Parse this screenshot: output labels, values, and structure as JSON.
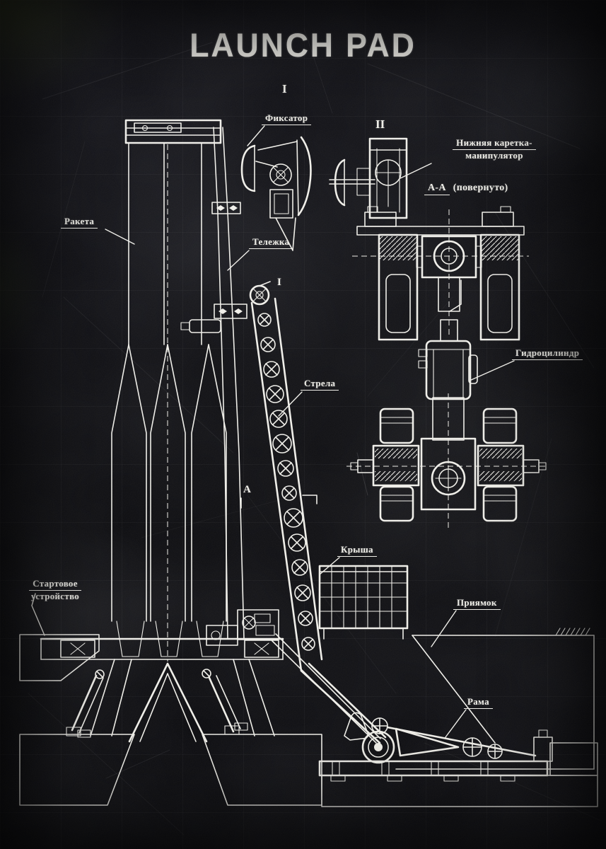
{
  "poster": {
    "title": "LAUNCH PAD",
    "colors": {
      "background": "#0b0b0e",
      "ink": "#efeee8",
      "moss_corner": "#647634"
    }
  },
  "markers": {
    "view1": "I",
    "view2": "II",
    "detail1": "I",
    "section_a": "А"
  },
  "labels": {
    "fixator": "Фиксатор",
    "lower_carriage_line1": "Нижняя каретка-",
    "lower_carriage_line2": "манипулятор",
    "section_aa": "А-А",
    "section_aa_note": "(повернуто)",
    "rocket": "Ракета",
    "trolley": "Тележка",
    "boom": "Стрела",
    "hydraulic_cylinder": "Гидроцилиндр",
    "roof": "Крыша",
    "launch_device_line1": "Стартовое",
    "launch_device_line2": "устройство",
    "pit": "Приямок",
    "frame": "Рама"
  }
}
